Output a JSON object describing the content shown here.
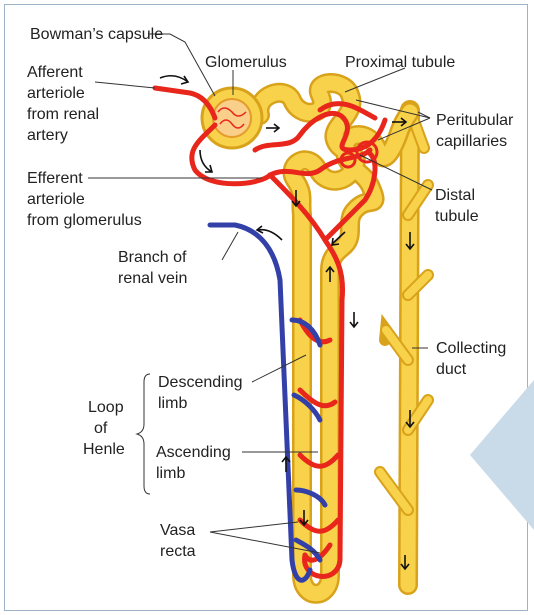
{
  "labels": {
    "bowmans_capsule": "Bowman’s capsule",
    "afferent_l1": "Afferent",
    "afferent_l2": "arteriole",
    "afferent_l3": "from renal",
    "afferent_l4": "artery",
    "glomerulus": "Glomerulus",
    "proximal_tubule": "Proximal tubule",
    "peritubular_l1": "Peritubular",
    "peritubular_l2": "capillaries",
    "efferent_l1": "Efferent",
    "efferent_l2": "arteriole",
    "efferent_l3": "from glomerulus",
    "distal_l1": "Distal",
    "distal_l2": "tubule",
    "renal_vein_l1": "Branch of",
    "renal_vein_l2": "renal vein",
    "collecting_l1": "Collecting",
    "collecting_l2": "duct",
    "loop_l1": "Loop",
    "loop_l2": "of",
    "loop_l3": "Henle",
    "descending_l1": "Descending",
    "descending_l2": "limb",
    "ascending_l1": "Ascending",
    "ascending_l2": "limb",
    "vasa_l1": "Vasa",
    "vasa_l2": "recta"
  },
  "colors": {
    "tubule_fill": "#f7d24a",
    "tubule_outline": "#d9a21b",
    "artery_red": "#e8261c",
    "vein_blue": "#3340a8",
    "leader": "#333333",
    "background_shape": "#c9dbe8"
  }
}
